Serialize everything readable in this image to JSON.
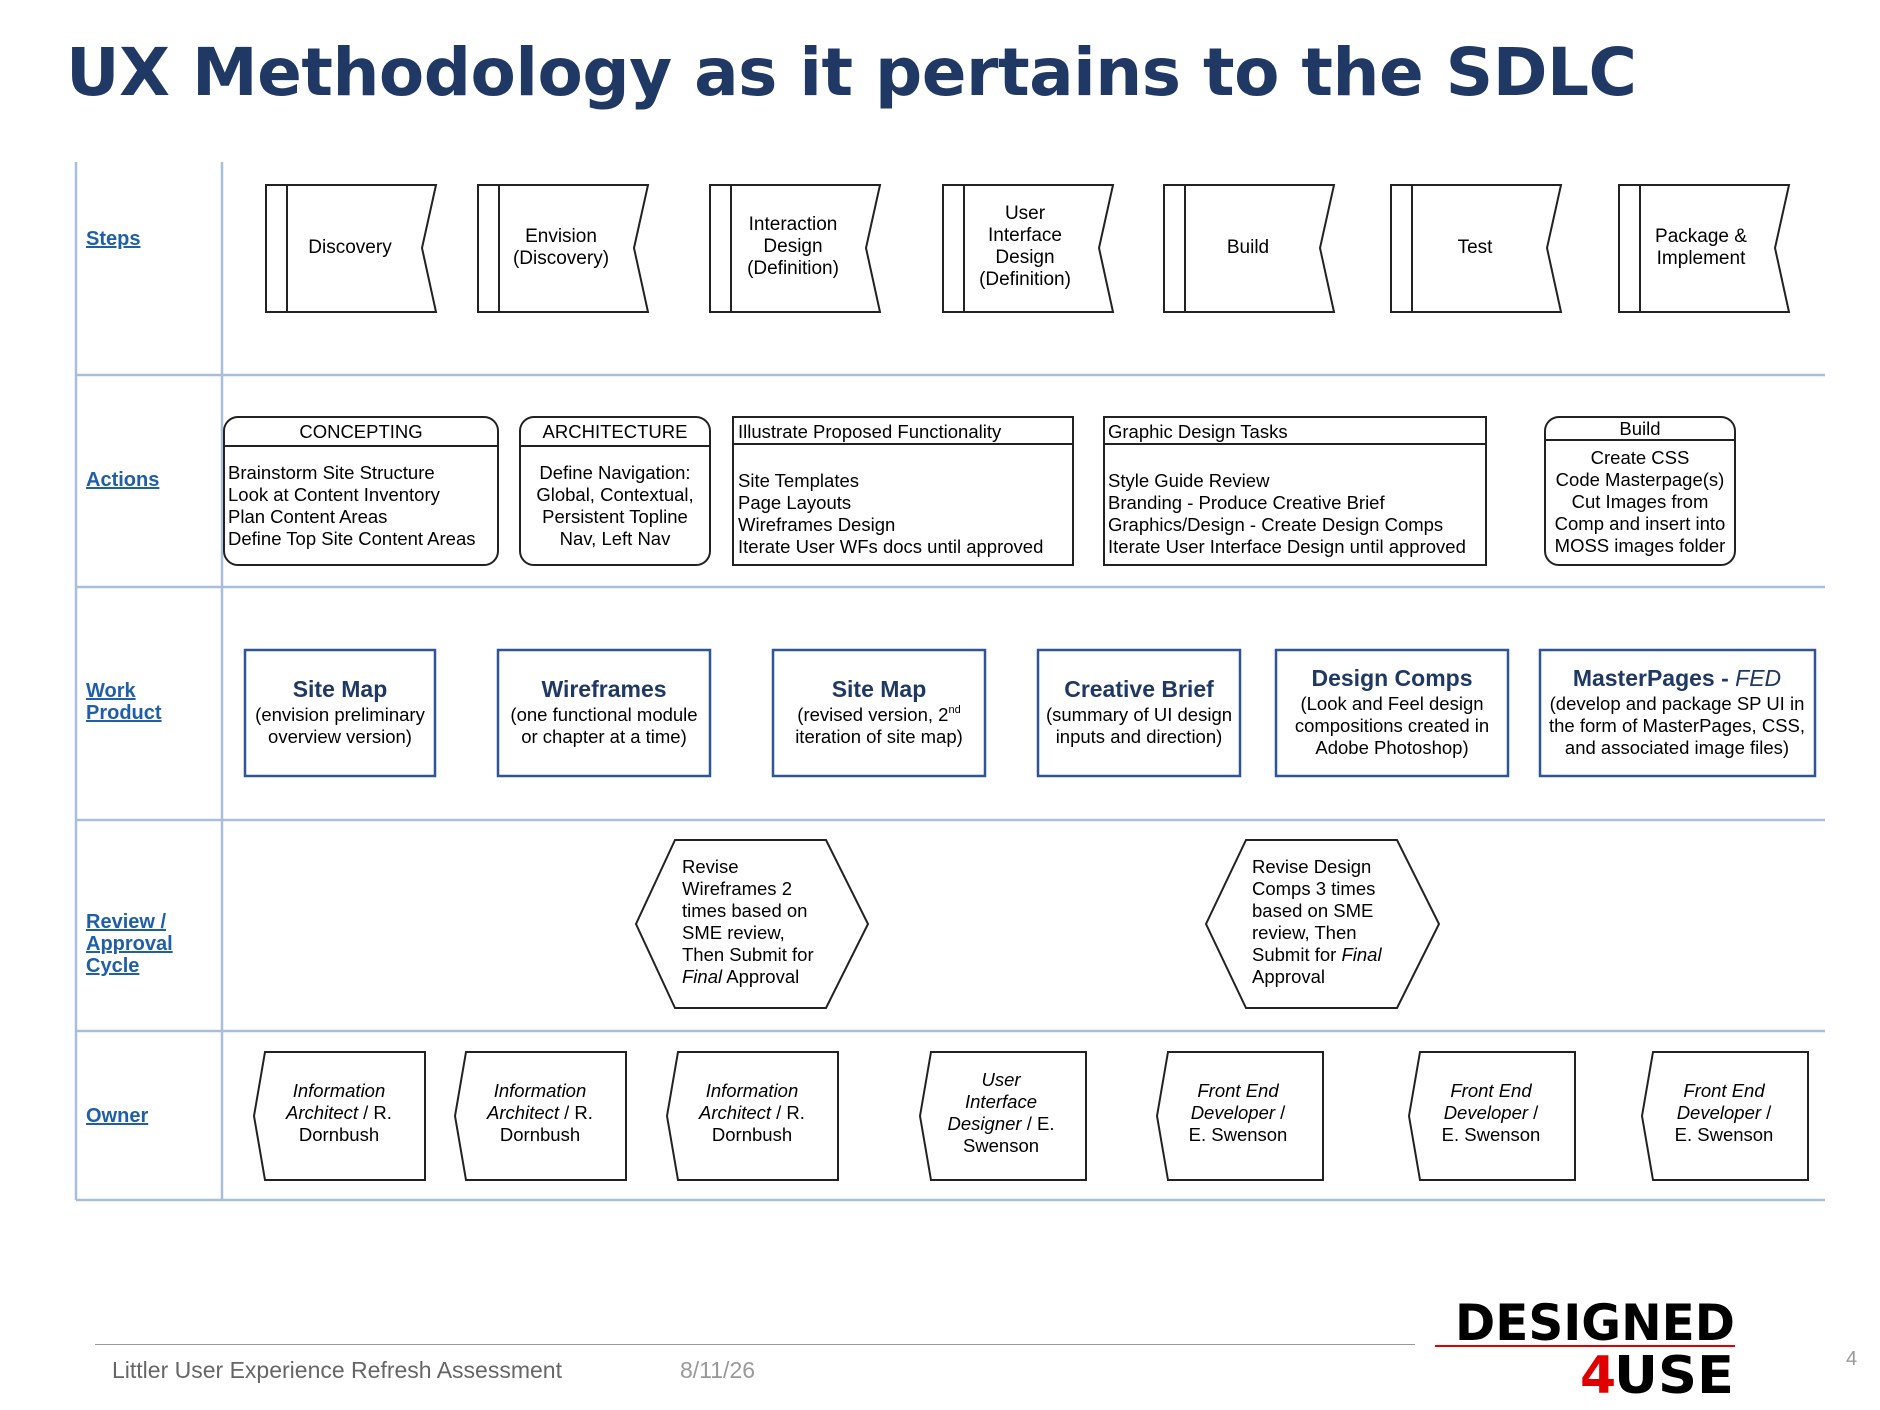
{
  "title": "UX Methodology as it pertains to the SDLC",
  "rows": [
    "Steps",
    "Actions",
    "Work Product",
    "Review / Approval Cycle",
    "Owner"
  ],
  "steps": [
    "Discovery",
    "Envision (Discovery)",
    "Interaction Design (Definition)",
    "User Interface Design (Definition)",
    "Build",
    "Test",
    "Package & Implement"
  ],
  "actions": [
    {
      "header": "CONCEPTING",
      "lines": [
        "Brainstorm Site Structure",
        "Look at Content Inventory",
        "Plan Content Areas",
        "Define Top Site Content Areas"
      ]
    },
    {
      "header": "ARCHITECTURE",
      "lines": [
        "Define Navigation:",
        "Global, Contextual,",
        "Persistent Topline",
        "Nav, Left Nav"
      ]
    },
    {
      "header": "Illustrate Proposed Functionality",
      "lines": [
        "Site Templates",
        "Page Layouts",
        "Wireframes Design",
        "Iterate User WFs docs until approved"
      ]
    },
    {
      "header": "Graphic Design Tasks",
      "lines": [
        "Style Guide Review",
        "Branding - Produce Creative Brief",
        "Graphics/Design - Create Design Comps",
        "Iterate User Interface Design until approved"
      ]
    },
    {
      "header": "Build",
      "lines": [
        "Create CSS",
        "Code Masterpage(s)",
        "Cut Images from",
        "Comp and insert into",
        "MOSS images folder"
      ]
    }
  ],
  "work_products": [
    {
      "title": "Site Map",
      "lines": [
        "(envision preliminary",
        "overview version)"
      ]
    },
    {
      "title": "Wireframes",
      "lines": [
        "(one functional module",
        "or chapter at a time)"
      ]
    },
    {
      "title": "Site Map",
      "lines": [
        "(revised version, 2nd",
        "iteration of site map)"
      ]
    },
    {
      "title": "Creative Brief",
      "lines": [
        "(summary of UI design",
        "inputs and direction)"
      ]
    },
    {
      "title": "Design Comps",
      "lines": [
        "(Look and Feel design",
        "compositions created in",
        "Adobe Photoshop)"
      ]
    },
    {
      "title": "MasterPages - FED",
      "lines": [
        "(develop and package SP UI in",
        "the form of MasterPages, CSS,",
        "and associated image files)"
      ]
    }
  ],
  "reviews": [
    {
      "lines": [
        "Revise",
        "Wireframes 2",
        "times based on",
        "SME review,",
        "Then Submit for",
        "Final Approval"
      ]
    },
    {
      "lines": [
        "Revise Design",
        "Comps 3 times",
        "based on SME",
        "review, Then",
        "Submit for Final",
        "Approval"
      ]
    }
  ],
  "owners": [
    [
      "Information",
      "Architect / R.",
      "Dornbush"
    ],
    [
      "Information",
      "Architect / R.",
      "Dornbush"
    ],
    [
      "Information",
      "Architect / R.",
      "Dornbush"
    ],
    [
      "User",
      "Interface",
      "Designer / E.",
      "Swenson"
    ],
    [
      "Front End",
      "Developer /",
      "E. Swenson"
    ],
    [
      "Front End",
      "Developer /",
      "E. Swenson"
    ],
    [
      "Front End",
      "Developer /",
      "E. Swenson"
    ]
  ],
  "footer": {
    "text": "Littler User Experience Refresh Assessment",
    "date": "8/11/26",
    "page": "4"
  },
  "logo": {
    "line1": "DESIGNED",
    "line2_num": "4",
    "line2_text": "USE"
  },
  "colors": {
    "title": "#1f3864",
    "row_label": "#1f5fa8",
    "grid": "#a9bedb",
    "work_product_border": "#2f5597",
    "logo_red": "#e00000"
  }
}
